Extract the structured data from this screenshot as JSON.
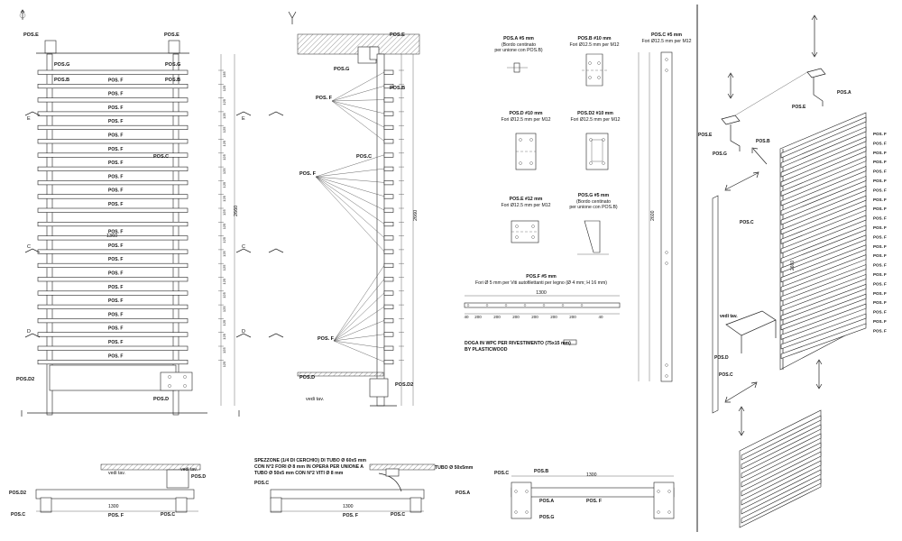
{
  "labels": {
    "pos_a": "POS.A",
    "pos_b": "POS.B",
    "pos_c": "POS.C",
    "pos_d": "POS.D",
    "pos_d2": "POS.D2",
    "pos_e": "POS.E",
    "pos_f": "POS. F",
    "pos_g": "POS.G",
    "section_e": "E",
    "section_c": "C",
    "section_d": "D",
    "vedi_tav": "vedi tav.",
    "dim_1360": "1360",
    "dim_1300": "1300",
    "dim_2660": "2660",
    "dim_2600": "2600",
    "dim_135": "135",
    "dim_125": "125",
    "dim_140": "140",
    "dim_60": "60",
    "dim_40": "40",
    "dim_100": "100",
    "dim_200": "200",
    "tubo_50x5": "TUBO Ø 50x5mm"
  },
  "parts": {
    "pos_a": {
      "title": "POS.A",
      "spec": "#5 mm",
      "line2": "(Bordo centinato",
      "line3": "per unione con POS.B)"
    },
    "pos_b": {
      "title": "POS.B",
      "spec": "#10 mm",
      "line2": "Fori Ø12.5 mm per M12"
    },
    "pos_c": {
      "title": "POS.C",
      "spec": "#5 mm",
      "line2": "Fori Ø12.5 mm per M12"
    },
    "pos_d": {
      "title": "POS.D",
      "spec": "#10 mm",
      "line2": "Fori Ø12.5 mm per M12"
    },
    "pos_d2": {
      "title": "POS.D2",
      "spec": "#10 mm",
      "line2": "Fori Ø12.5 mm per M12"
    },
    "pos_e": {
      "title": "POS.E",
      "spec": "#12 mm",
      "line2": "Fori Ø12.5 mm per M12"
    },
    "pos_g": {
      "title": "POS.G",
      "spec": "#5 mm",
      "line2": "(Bordo centinato",
      "line3": "per unione con POS.B)"
    },
    "pos_f": {
      "title": "POS.F",
      "spec": "#5 mm",
      "line2": "Fori Ø 5 mm per Viti autofilettanti per legno (Ø 4 mm; H 16 mm)"
    }
  },
  "note_doga": {
    "line1": "DOGA IN WPC PER RIVESTIMENTO (75x15 mm)",
    "line2": "BY PLASTICWOOD"
  },
  "note_spezzone": {
    "line1": "SPEZZONE  (1/4 DI CERCHIO) DI TUBO Ø 60x5 mm",
    "line2": "CON N°2 FORI Ø 8 mm IN OPERA PER UNIONE A",
    "line3": "TUBO Ø 50x5 mm CON N°2 VITI Ø 8 mm"
  },
  "pos_f_dims": [
    "40",
    "200",
    "200",
    "200",
    "200",
    "200",
    "200",
    "40"
  ],
  "colors": {
    "line": "#222222",
    "background": "#ffffff"
  }
}
